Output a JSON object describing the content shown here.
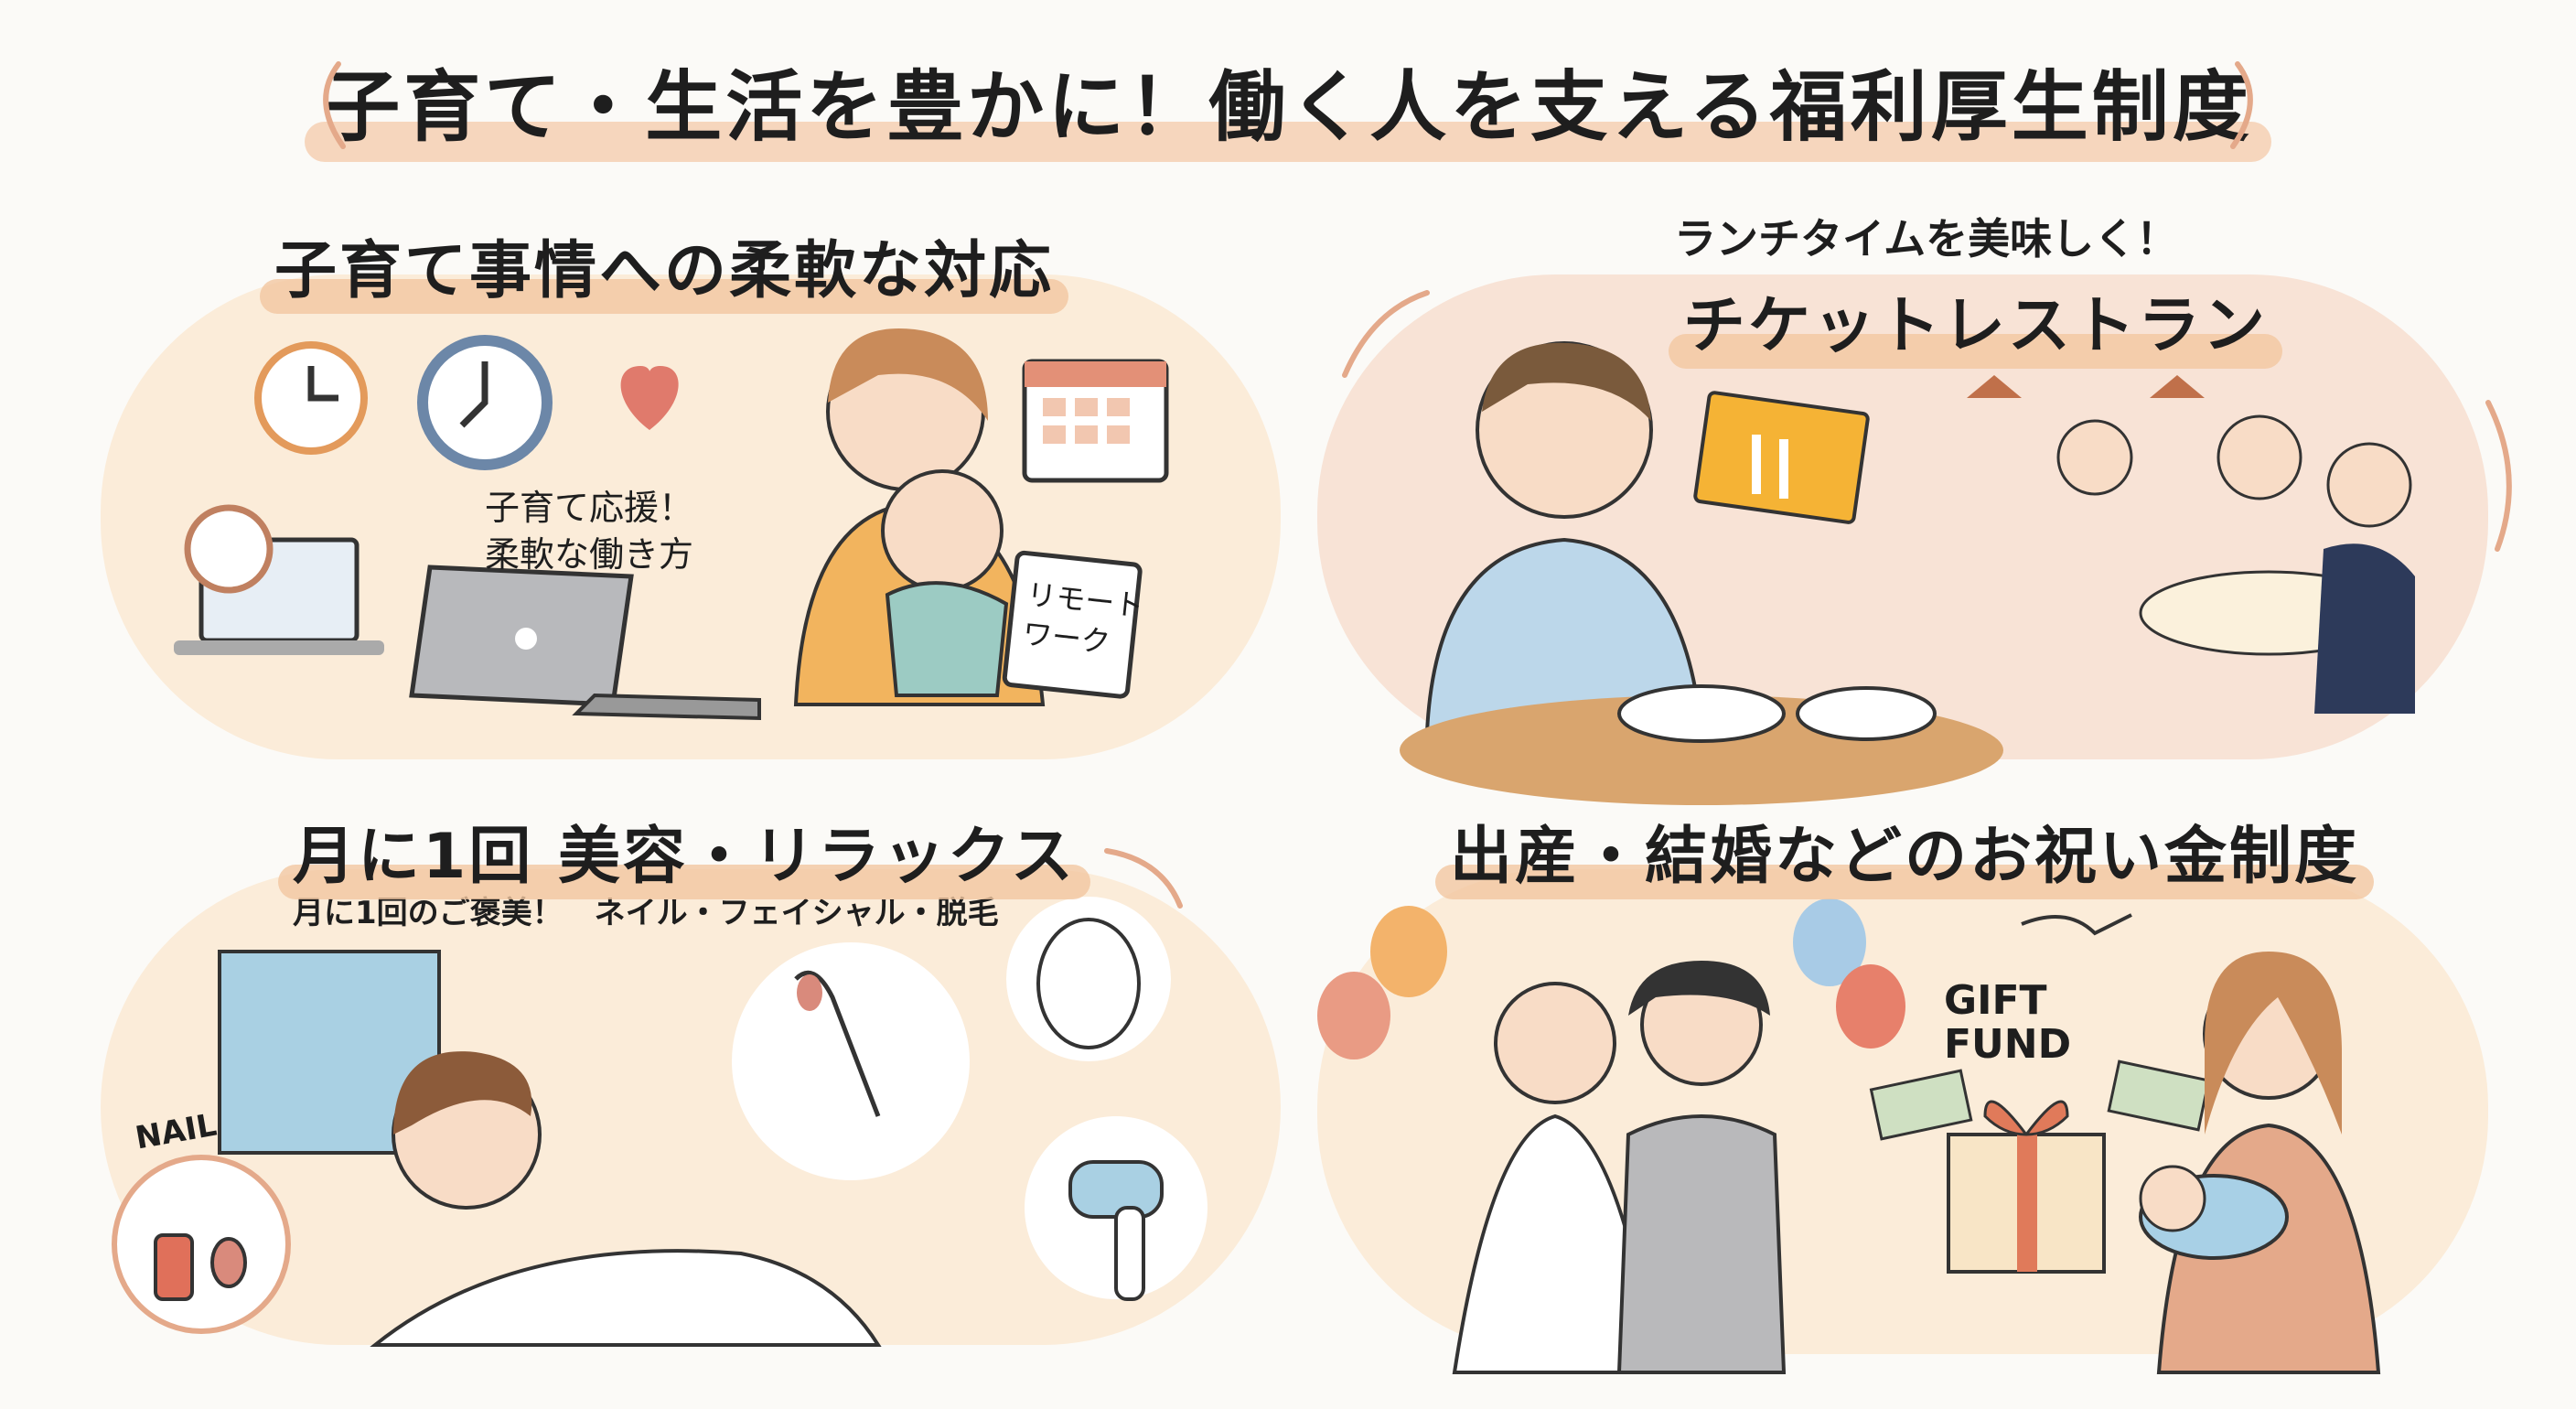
{
  "title": "子育て・生活を豊かに！働く人を支える福利厚生制度",
  "sections": {
    "childcare": {
      "title": "子育て事情への柔軟な対応",
      "caption_line1": "子育て応援！",
      "caption_line2": "柔軟な働き方",
      "calendar_line1": "リモート",
      "calendar_line2": "ワーク"
    },
    "lunch": {
      "subtitle": "ランチタイムを美味しく！",
      "title": "チケットレストラン"
    },
    "beauty": {
      "title": "月に1回 美容・リラックス",
      "subtitle": "月に1回のご褒美！　ネイル・フェイシャル・脱毛",
      "nail_label": "NAIL"
    },
    "celebration": {
      "title": "出産・結婚などのお祝い金制度",
      "gift_line1": "GIFT",
      "gift_line2": "FUND"
    }
  },
  "colors": {
    "accent": "#f3c7a0",
    "panel": "#fbecd9",
    "ticket": "#f5b335"
  }
}
